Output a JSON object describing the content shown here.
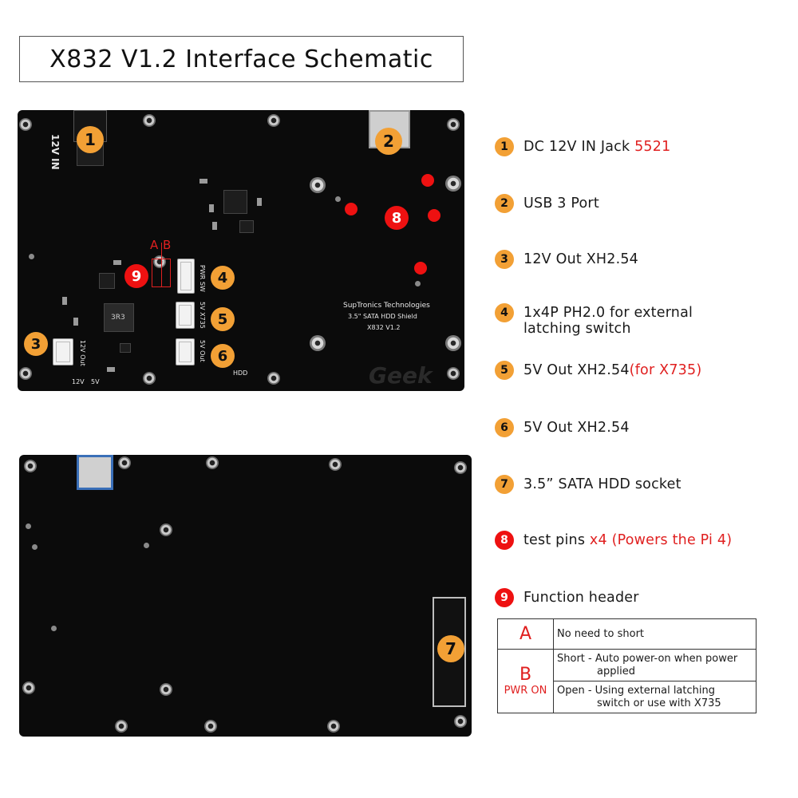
{
  "title": "X832 V1.2 Interface Schematic",
  "board_labels": {
    "vin": "12V IN",
    "board_line1": "SupTronics Technologies",
    "board_line2": "3.5\" SATA HDD Shield",
    "board_line3": "X832  V1.2",
    "pwr_sw": "PWR SW",
    "out_5v_x735": "5V X735",
    "out_5v": "5V Out",
    "out_12v": "12V Out",
    "lbl_12v": "12V",
    "lbl_5v": "5V",
    "hdd": "HDD",
    "inductor": "3R3",
    "header_a": "A",
    "header_b": "B",
    "watermark": "Geek"
  },
  "callouts": [
    "1",
    "2",
    "3",
    "4",
    "5",
    "6",
    "7",
    "8",
    "9"
  ],
  "legend": [
    {
      "num": "1",
      "text": "DC 12V IN Jack ",
      "accent": "5521"
    },
    {
      "num": "2",
      "text": "USB 3 Port",
      "accent": ""
    },
    {
      "num": "3",
      "text": "12V Out XH2.54",
      "accent": ""
    },
    {
      "num": "4",
      "text": "1x4P PH2.0 for external latching switch",
      "accent": ""
    },
    {
      "num": "5",
      "text": "5V Out XH2.54",
      "accent": "(for X735)"
    },
    {
      "num": "6",
      "text": "5V Out XH2.54",
      "accent": ""
    },
    {
      "num": "7",
      "text": "3.5” SATA HDD socket",
      "accent": ""
    },
    {
      "num": "8",
      "text": "test pins ",
      "accent": "x4 (Powers the Pi 4)"
    },
    {
      "num": "9",
      "text": "Function header",
      "accent": ""
    }
  ],
  "function_table": {
    "a_key": "A",
    "a_desc": "No need to short",
    "b_key": "B",
    "b_sub": "PWR ON",
    "b_short_1": "Short - Auto power-on when power",
    "b_short_2": "applied",
    "b_open_1": "Open - Using external latching",
    "b_open_2": "switch or use with X735"
  },
  "colors": {
    "badge": "#f2a035",
    "accent_red": "#e02020",
    "pcb": "#0b0b0b",
    "test_pin": "#ee1111"
  }
}
